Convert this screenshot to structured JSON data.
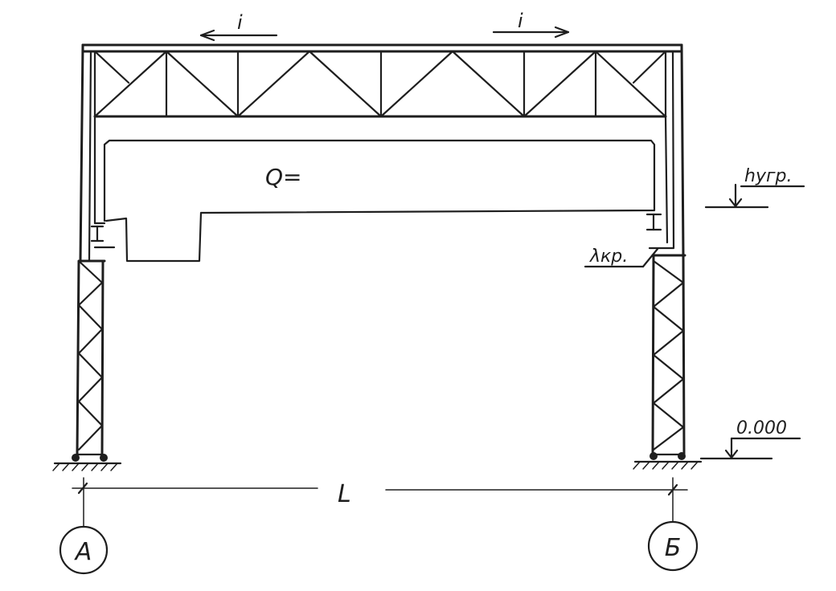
{
  "labels": {
    "slope_left": "i",
    "slope_right": "i",
    "load": "Q=",
    "crane_rail_level": "hугр.",
    "crane_gauge": "λкр.",
    "ground_level": "0.000",
    "span": "L"
  },
  "axes": {
    "left": "А",
    "right": "Б"
  }
}
